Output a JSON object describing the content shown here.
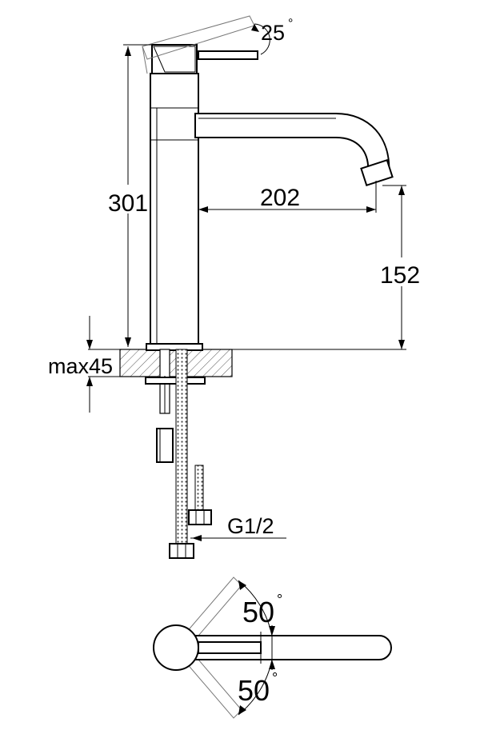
{
  "dimensions": {
    "handle_angle_top": "25",
    "overall_height": "301",
    "spout_reach": "202",
    "spout_height": "152",
    "max_counter_thickness": "max45",
    "connection_thread": "G1/2",
    "swivel_angle_back": "50",
    "swivel_angle_front": "50"
  },
  "symbols": {
    "degree": "°"
  }
}
